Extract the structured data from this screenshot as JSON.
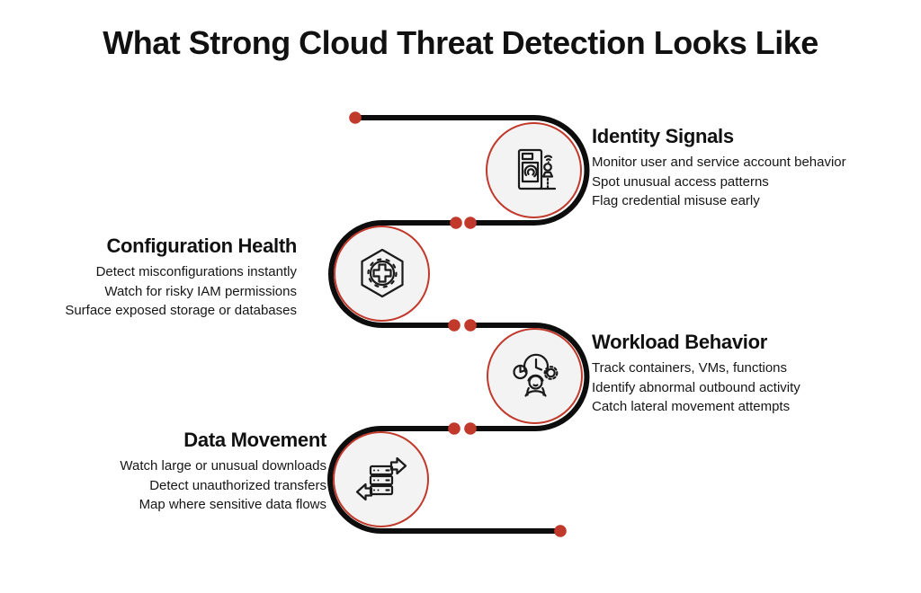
{
  "title": "What Strong Cloud Threat Detection Looks Like",
  "colors": {
    "accent_red": "#c0392b",
    "line_black": "#0d0d0d",
    "circle_fill": "#f4f3f3",
    "ink": "#1a1a1a"
  },
  "sections": [
    {
      "id": "identity-signals",
      "heading": "Identity Signals",
      "icon": "fingerprint-access-icon",
      "lines": [
        "Monitor user and service account behavior",
        "Spot unusual access patterns",
        "Flag credential misuse early"
      ]
    },
    {
      "id": "configuration-health",
      "heading": "Configuration Health",
      "icon": "hexagon-gear-plus-icon",
      "lines": [
        "Detect misconfigurations instantly",
        "Watch for risky IAM permissions",
        "Surface exposed storage or databases"
      ]
    },
    {
      "id": "workload-behavior",
      "heading": "Workload Behavior",
      "icon": "gauge-gear-person-icon",
      "lines": [
        "Track containers, VMs, functions",
        "Identify abnormal outbound activity",
        "Catch lateral movement attempts"
      ]
    },
    {
      "id": "data-movement",
      "heading": "Data Movement",
      "icon": "server-transfer-arrows-icon",
      "lines": [
        "Watch large or unusual downloads",
        "Detect unauthorized transfers",
        "Map where sensitive data flows"
      ]
    }
  ]
}
